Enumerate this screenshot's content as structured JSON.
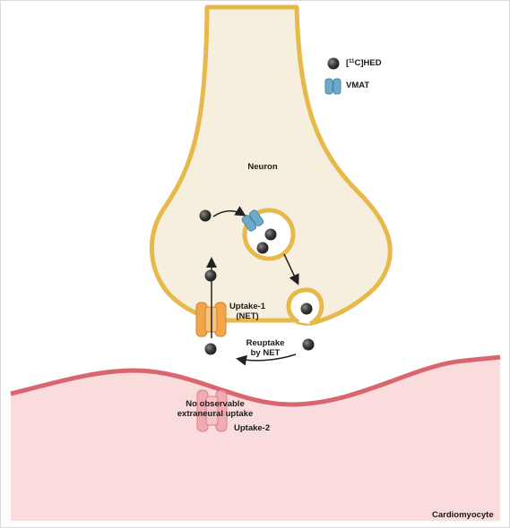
{
  "legend": {
    "ligand_label_pre": "[",
    "ligand_label_sup": "11",
    "ligand_label_post": "C]HED",
    "vmat_label": "VMAT"
  },
  "labels": {
    "neuron": "Neuron",
    "uptake1_line1": "Uptake-1",
    "uptake1_line2": "(NET)",
    "reuptake_line1": "Reuptake",
    "reuptake_line2": "by NET",
    "no_uptake_line1": "No observable",
    "no_uptake_line2": "extraneural uptake",
    "uptake2": "Uptake-2",
    "cardiomyocyte": "Cardiomyocyte"
  },
  "colors": {
    "neuron_fill": "#f6efde",
    "neuron_outline": "#e6b94a",
    "cardiomyocyte_fill": "#fadcdc",
    "cardiomyocyte_edge": "#d9666e",
    "net_transporter": "#f2a64a",
    "vmat": "#6fa9c9",
    "ligand": "#3a3a3a",
    "uptake2_transporter": "#f0a3ab"
  }
}
